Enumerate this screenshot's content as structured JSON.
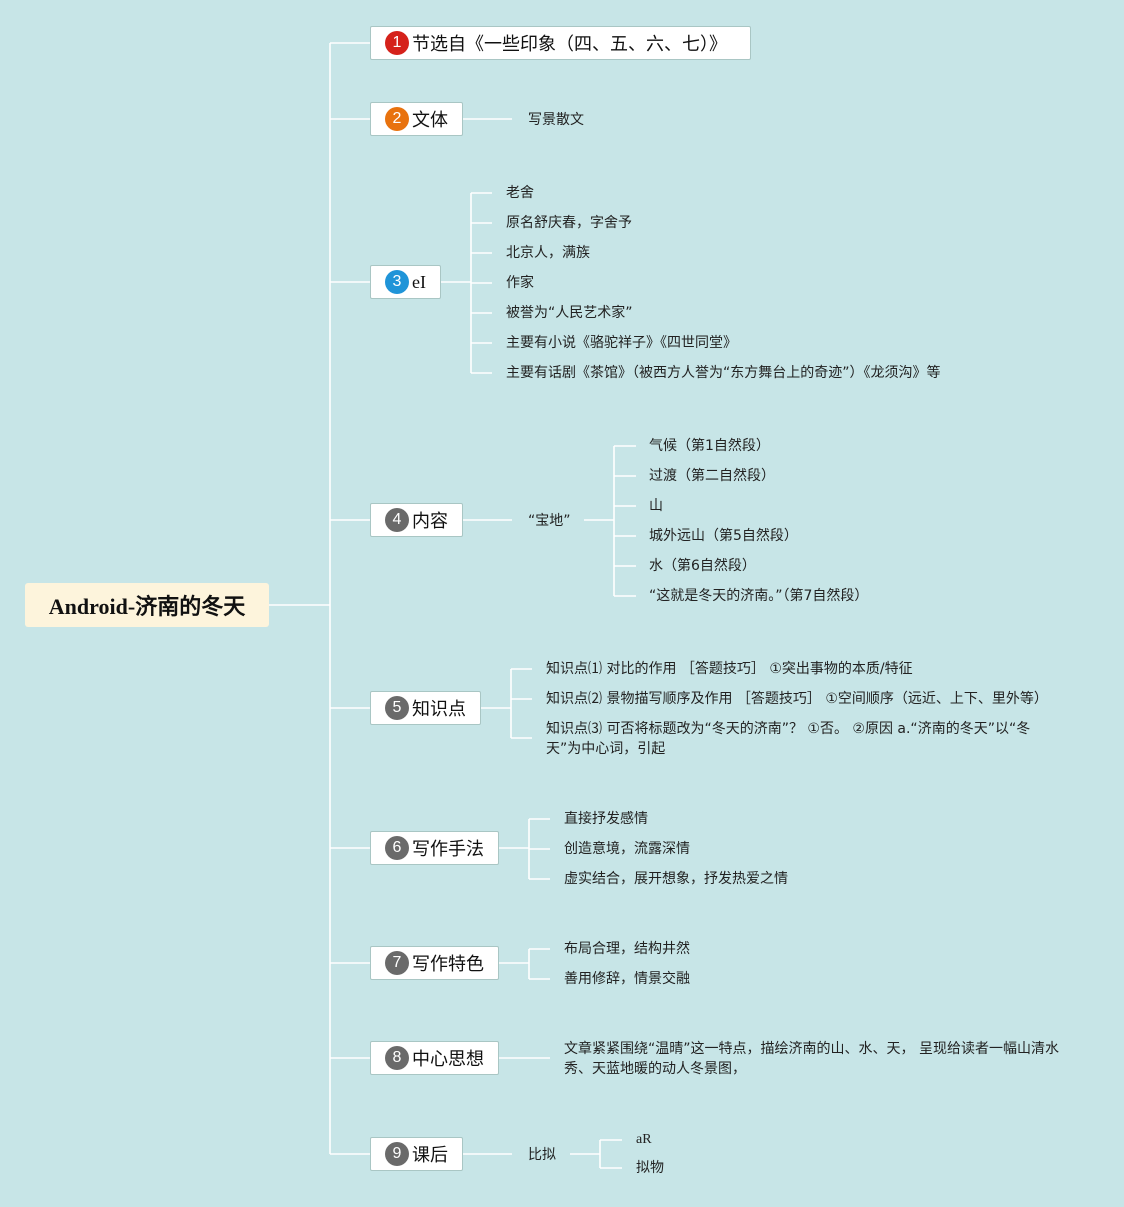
{
  "root": "Android-济南的冬天",
  "colors": {
    "background": "#c7e5e7",
    "root_fill": "#fdf4dc",
    "line": "#ffffff",
    "badge_1": "#d5221b",
    "badge_2": "#e8720e",
    "badge_3": "#1f94d8",
    "badge_gray": "#6a6a6a"
  },
  "branches": [
    {
      "num": "1",
      "label": "节选自《一些印象（四、五、六、七）》",
      "children": []
    },
    {
      "num": "2",
      "label": "文体",
      "children": [
        "写景散文"
      ]
    },
    {
      "num": "3",
      "label": "eI",
      "children": [
        "老舍",
        "原名舒庆春，字舍予",
        "北京人，满族",
        "作家",
        "被誉为“人民艺术家”",
        "主要有小说《骆驼祥子》《四世同堂》",
        "主要有话剧《茶馆》（被西方人誉为“东方舞台上的奇迹”）《龙须沟》等"
      ]
    },
    {
      "num": "4",
      "label": "内容",
      "mid": "“宝地”",
      "children": [
        "气候（第1自然段）",
        "过渡（第二自然段）",
        "山",
        "城外远山（第5自然段）",
        "水（第6自然段）",
        "“这就是冬天的济南。”（第7自然段）"
      ]
    },
    {
      "num": "5",
      "label": "知识点",
      "children": [
        "知识点⑴ 对比的作用 ［答题技巧］ ①突出事物的本质/特征",
        "知识点⑵ 景物描写顺序及作用 ［答题技巧］ ①空间顺序（远近、上下、里外等）",
        "知识点⑶ 可否将标题改为“冬天的济南”？ ①否。 ②原因 a.“济南的冬天”以“冬天”为中心词，引起"
      ]
    },
    {
      "num": "6",
      "label": "写作手法",
      "children": [
        "直接抒发感情",
        "创造意境，流露深情",
        "虚实结合，展开想象，抒发热爱之情"
      ]
    },
    {
      "num": "7",
      "label": "写作特色",
      "children": [
        "布局合理，结构井然",
        "善用修辞，情景交融"
      ]
    },
    {
      "num": "8",
      "label": "中心思想",
      "children": [
        "文章紧紧围绕“温晴”这一特点，描绘济南的山、水、天， 呈现给读者一幅山清水秀、天蓝地暖的动人冬景图，"
      ]
    },
    {
      "num": "9",
      "label": "课后",
      "mid": "比拟",
      "children": [
        "aR",
        "拟物"
      ]
    }
  ]
}
